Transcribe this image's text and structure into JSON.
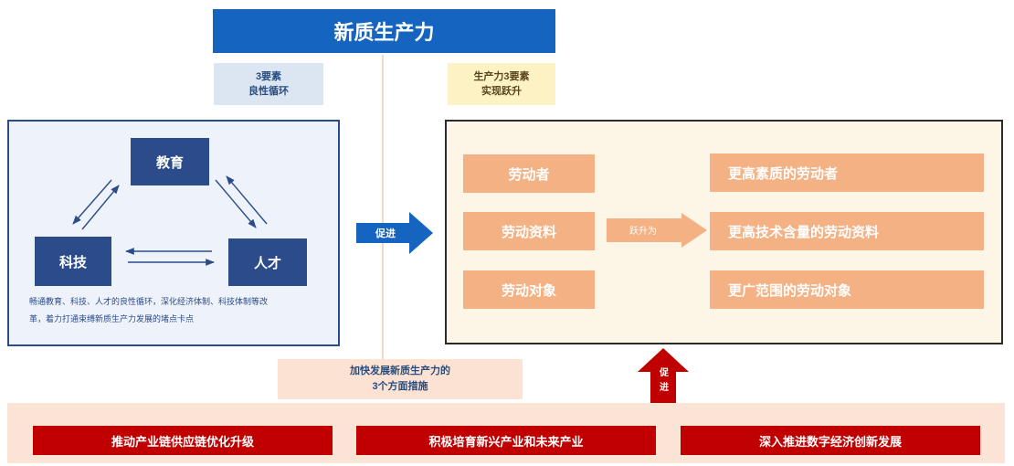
{
  "title": "新质生产力",
  "left_label": {
    "line1": "3要素",
    "line2": "良性循环"
  },
  "right_label": {
    "line1": "生产力3要素",
    "line2": "实现跃升"
  },
  "left_panel": {
    "nodes": {
      "education": "教育",
      "technology": "科技",
      "talent": "人才"
    },
    "description_line1": "畅通教育、科技、人才的良性循环，深化经济体制、科技体制等改",
    "description_line2": "革，着力打通束缚新质生产力发展的堵点卡点"
  },
  "promote_arrow_label": "促进",
  "right_panel": {
    "factors": [
      "劳动者",
      "劳动资料",
      "劳动对象"
    ],
    "upgrade_label": "跃升为",
    "results": [
      "更高素质的劳动者",
      "更高技术含量的劳动资料",
      "更广范围的劳动对象"
    ]
  },
  "measures_label": {
    "line1": "加快发展新质生产力的",
    "line2": "3个方面措施"
  },
  "up_arrow_label": "促进",
  "actions": [
    "推动产业链供应链优化升级",
    "积极培育新兴产业和未来产业",
    "深入推进数字经济创新发展"
  ],
  "colors": {
    "title_blue": "#1565c0",
    "navy": "#2b4b8a",
    "orange": "#f4b183",
    "red": "#c00000",
    "light_blue": "#dce6f2",
    "light_yellow": "#fdf2c4",
    "light_peach": "#fbe4d6"
  }
}
